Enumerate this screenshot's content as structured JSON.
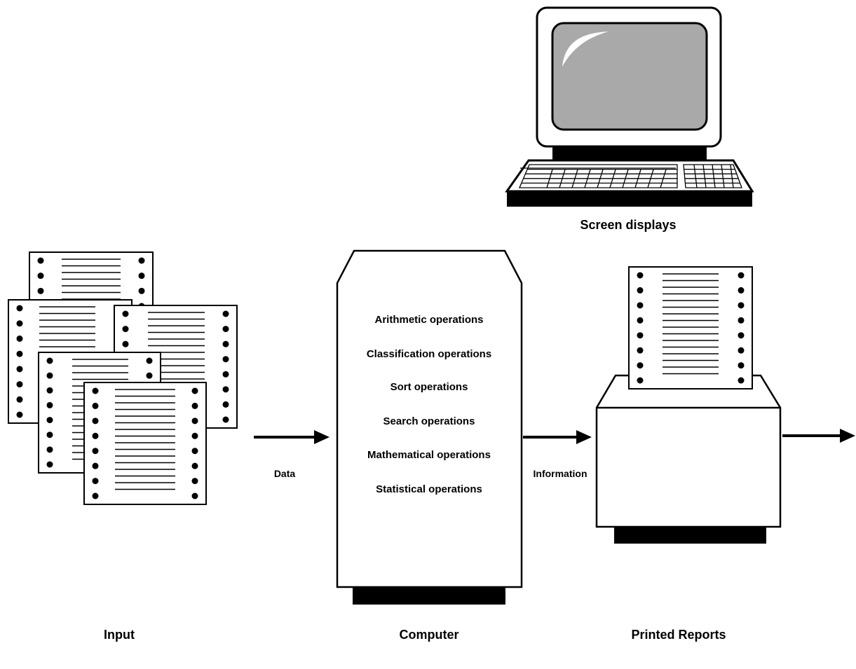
{
  "computer": {
    "operations": [
      "Arithmetic operations",
      "Classification operations",
      "Sort operations",
      "Search operations",
      "Mathematical operations",
      "Statistical operations"
    ],
    "caption": "Computer"
  },
  "terminal": {
    "caption": "Screen displays"
  },
  "input": {
    "caption": "Input"
  },
  "printer": {
    "caption": "Printed Reports"
  },
  "flows": {
    "data": "Data",
    "information": "Information"
  },
  "icons": {
    "input": "punched-card-stack-icon",
    "computer": "mainframe-cabinet-icon",
    "terminal": "crt-terminal-icon",
    "printer": "printer-icon"
  }
}
